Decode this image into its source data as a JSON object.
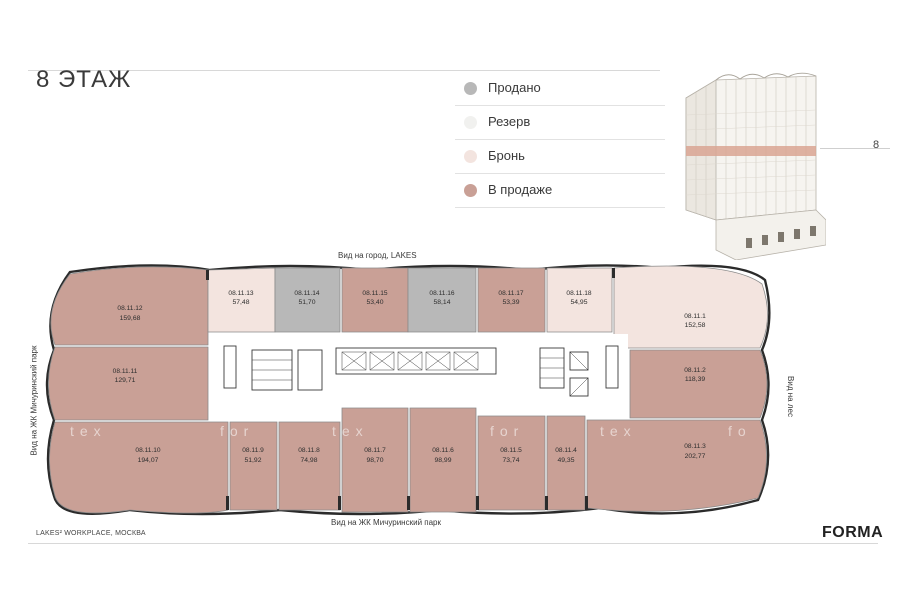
{
  "header": {
    "floor_title": "8 ЭТАЖ"
  },
  "legend": [
    {
      "label": "Продано",
      "color": "#b8b8b8"
    },
    {
      "label": "Резерв",
      "color": "#f1f1ef"
    },
    {
      "label": "Бронь",
      "color": "#f3e4df"
    },
    {
      "label": "В продаже",
      "color": "#c9a096"
    }
  ],
  "building": {
    "floor_number": "8",
    "highlight_color": "#d9a593"
  },
  "views": {
    "top": "Вид на город, LAKES",
    "bottom": "Вид на ЖК Мичуринский парк",
    "left": "Вид на ЖК Мичуринский парк",
    "right": "Вид на лес"
  },
  "watermark": [
    "tex",
    "for",
    "tex",
    "for",
    "tex",
    "fo"
  ],
  "units": [
    {
      "id": "08.11.12",
      "area": "159,68",
      "status": "В продаже"
    },
    {
      "id": "08.11.13",
      "area": "57,48",
      "status": "Бронь"
    },
    {
      "id": "08.11.14",
      "area": "51,70",
      "status": "Продано"
    },
    {
      "id": "08.11.15",
      "area": "53,40",
      "status": "В продаже"
    },
    {
      "id": "08.11.16",
      "area": "58,14",
      "status": "Продано"
    },
    {
      "id": "08.11.17",
      "area": "53,39",
      "status": "В продаже"
    },
    {
      "id": "08.11.18",
      "area": "54,95",
      "status": "Бронь"
    },
    {
      "id": "08.11.1",
      "area": "152,58",
      "status": "Бронь"
    },
    {
      "id": "08.11.11",
      "area": "129,71",
      "status": "В продаже"
    },
    {
      "id": "08.11.2",
      "area": "118,39",
      "status": "В продаже"
    },
    {
      "id": "08.11.10",
      "area": "194,07",
      "status": "В продаже"
    },
    {
      "id": "08.11.9",
      "area": "51,92",
      "status": "В продаже"
    },
    {
      "id": "08.11.8",
      "area": "74,98",
      "status": "В продаже"
    },
    {
      "id": "08.11.7",
      "area": "98,70",
      "status": "В продаже"
    },
    {
      "id": "08.11.6",
      "area": "98,99",
      "status": "В продаже"
    },
    {
      "id": "08.11.5",
      "area": "73,74",
      "status": "В продаже"
    },
    {
      "id": "08.11.4",
      "area": "49,35",
      "status": "В продаже"
    },
    {
      "id": "08.11.3",
      "area": "202,77",
      "status": "В продаже"
    }
  ],
  "footer": {
    "project": "LAKES² WORKPLACE, МОСКВА",
    "brand": "FORMA"
  }
}
